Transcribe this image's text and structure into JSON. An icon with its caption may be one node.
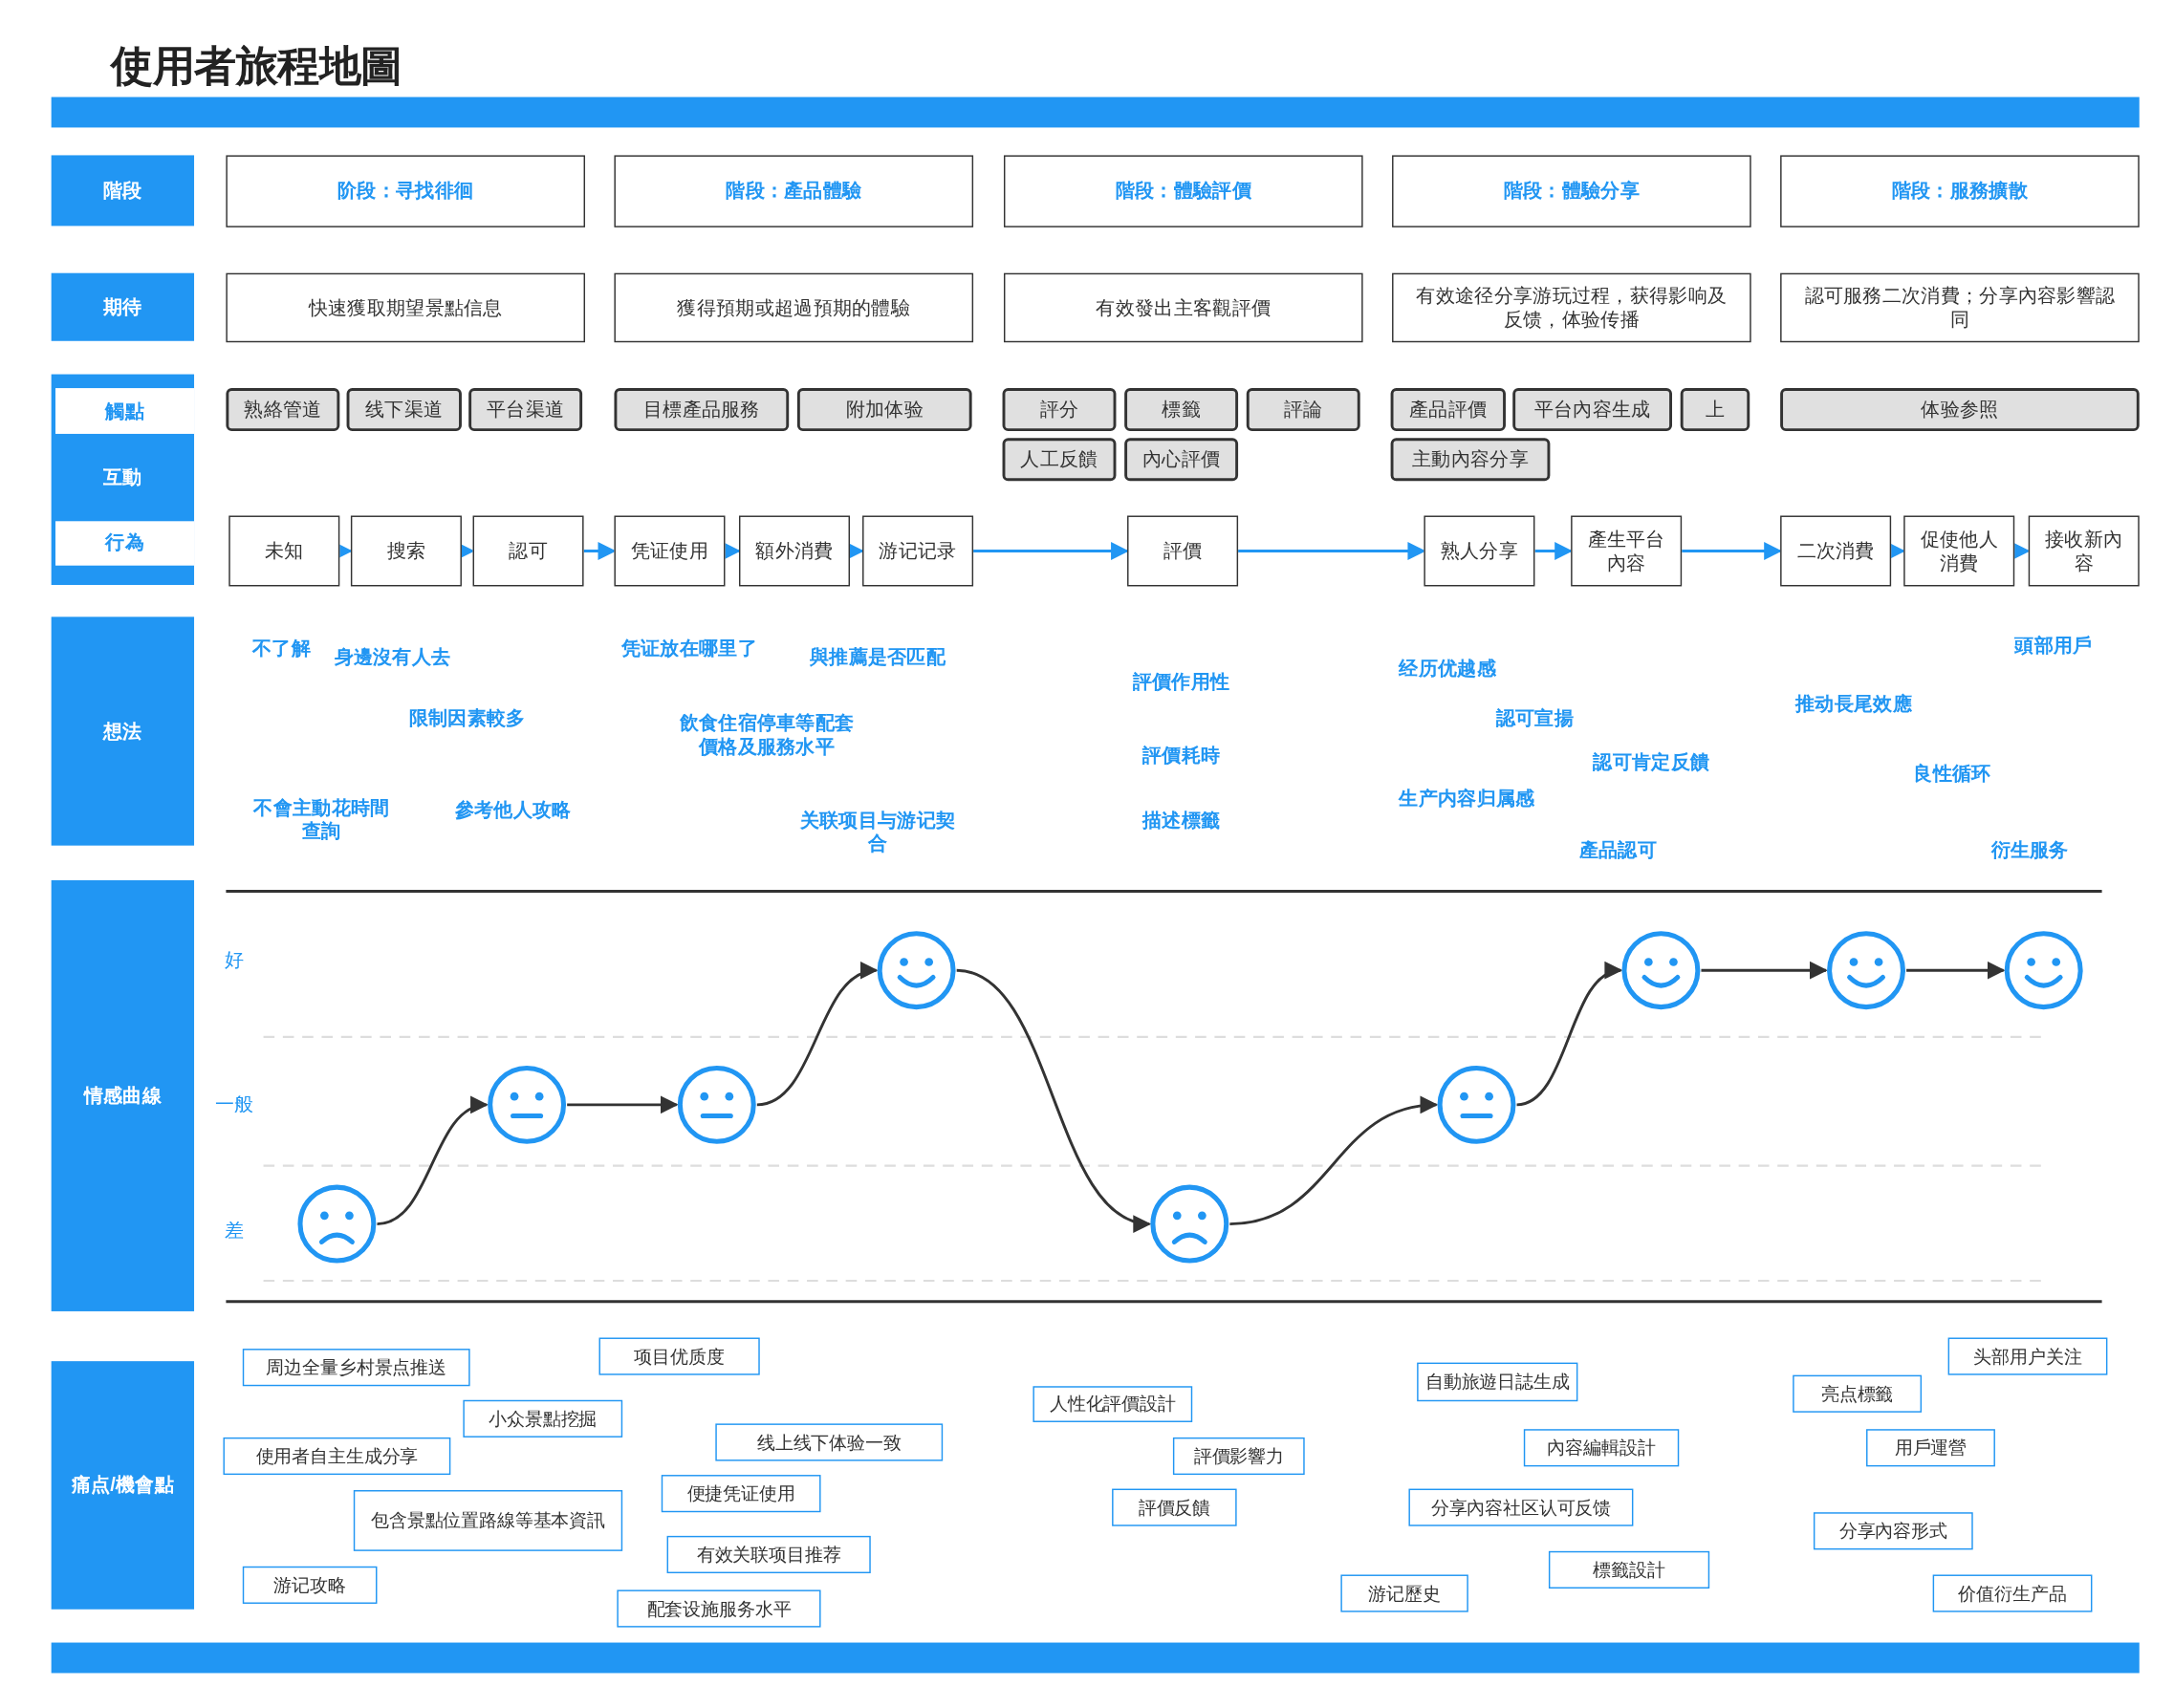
{
  "diagram": {
    "title": "使用者旅程地圖",
    "nodes": [
      {
        "text": [
          "階段"
        ]
      },
      {
        "text": [
          "阶段：寻找徘徊"
        ]
      },
      {
        "text": [
          "階段：產品體驗"
        ]
      },
      {
        "text": [
          "階段：體驗評價"
        ]
      },
      {
        "text": [
          "階段：體驗分享"
        ]
      },
      {
        "text": [
          "階段：服務擴散"
        ]
      },
      {
        "text": [
          "期待"
        ]
      },
      {
        "text": [
          "快速獲取期望景點信息"
        ]
      },
      {
        "text": [
          "獲得預期或超過預期的體驗"
        ]
      },
      {
        "text": [
          "有效發出主客觀評價"
        ]
      },
      {
        "text": [
          "有效途径分享游玩过程，获得影响及反馈，体验传播"
        ]
      },
      {
        "text": [
          "認可服務二次消費；分享內容影響認同"
        ]
      },
      {
        "text": [
          "互動"
        ]
      },
      {
        "text": [
          "觸點"
        ],
        "in": 12
      },
      {
        "text": [
          "行為"
        ],
        "in": 12
      },
      {
        "text": [
          "熟絡管道"
        ]
      },
      {
        "text": [
          "线下渠道"
        ]
      },
      {
        "text": [
          "平台渠道"
        ]
      },
      {
        "text": [
          "目標產品服務"
        ]
      },
      {
        "text": [
          "附加体验"
        ]
      },
      {
        "text": [
          "評分"
        ]
      },
      {
        "text": [
          "標籤"
        ]
      },
      {
        "text": [
          "評論"
        ]
      },
      {
        "text": [
          "人工反饋"
        ]
      },
      {
        "text": [
          "內心評價"
        ]
      },
      {
        "text": [
          "產品評價"
        ]
      },
      {
        "text": [
          "平台內容生成"
        ]
      },
      {
        "text": [
          "上"
        ]
      },
      {
        "text": [
          "主動內容分享"
        ]
      },
      {
        "text": [
          "体验参照"
        ]
      },
      {
        "text": [
          "未知"
        ]
      },
      {
        "text": [
          "搜索"
        ]
      },
      {
        "text": [
          "認可"
        ]
      },
      {
        "text": [
          "凭证使用"
        ]
      },
      {
        "text": [
          "額外消費"
        ]
      },
      {
        "text": [
          "游记记录"
        ]
      },
      {
        "text": [
          "評價"
        ]
      },
      {
        "text": [
          "熟人分享"
        ]
      },
      {
        "text": [
          "產生平台內容"
        ]
      },
      {
        "text": [
          "二次消費"
        ]
      },
      {
        "text": [
          "促使他人消費"
        ]
      },
      {
        "text": [
          "接收新內容"
        ]
      },
      {
        "text": [
          "想法"
        ]
      },
      {
        "text": [
          "情感曲線"
        ]
      },
      {
        "text": [],
        "shape": "face"
      },
      {
        "text": [],
        "shape": "face"
      },
      {
        "text": [],
        "shape": "face"
      },
      {
        "text": [],
        "shape": "face"
      },
      {
        "text": [],
        "shape": "face"
      },
      {
        "text": [],
        "shape": "face"
      },
      {
        "text": [],
        "shape": "face"
      },
      {
        "text": [],
        "shape": "face"
      },
      {
        "text": [],
        "shape": "face"
      },
      {
        "text": [
          "痛点/機會點"
        ]
      },
      {
        "text": [
          "周边全量乡村景点推送"
        ]
      },
      {
        "text": [
          "项目优质度"
        ]
      },
      {
        "text": [
          "小众景點挖掘"
        ]
      },
      {
        "text": [
          "使用者自主生成分享"
        ]
      },
      {
        "text": [
          "线上线下体验一致"
        ]
      },
      {
        "text": [
          "便捷凭证使用"
        ]
      },
      {
        "text": [
          "包含景點位置路線等基本資訊"
        ]
      },
      {
        "text": [
          "有效关联项目推荐"
        ]
      },
      {
        "text": [
          "游记攻略"
        ]
      },
      {
        "text": [
          "配套设施服务水平"
        ]
      },
      {
        "text": [
          "人性化評價設計"
        ]
      },
      {
        "text": [
          "評價影響力"
        ]
      },
      {
        "text": [
          "評價反饋"
        ]
      },
      {
        "text": [
          "自動旅遊日誌生成"
        ]
      },
      {
        "text": [
          "內容編輯設計"
        ]
      },
      {
        "text": [
          "分享內容社区认可反馈"
        ]
      },
      {
        "text": [
          "游记歷史"
        ]
      },
      {
        "text": [
          "標籤設計"
        ]
      },
      {
        "text": [
          "头部用户关注"
        ]
      },
      {
        "text": [
          "亮点標籤"
        ]
      },
      {
        "text": [
          "用戶運營"
        ]
      },
      {
        "text": [
          "分享內容形式"
        ]
      },
      {
        "text": [
          "价值衍生产品"
        ]
      }
    ],
    "edges": [
      {
        "from": 30,
        "to": 31,
        "arrow": "to"
      },
      {
        "from": 31,
        "to": 32,
        "arrow": "to"
      },
      {
        "from": 32,
        "to": 33,
        "arrow": "to"
      },
      {
        "from": 33,
        "to": 34,
        "arrow": "to"
      },
      {
        "from": 34,
        "to": 35,
        "arrow": "to"
      },
      {
        "from": 35,
        "to": 36,
        "arrow": "to"
      },
      {
        "from": 36,
        "to": 37,
        "arrow": "to"
      },
      {
        "from": 37,
        "to": 38,
        "arrow": "to"
      },
      {
        "from": 38,
        "to": 39,
        "arrow": "to"
      },
      {
        "from": 39,
        "to": 40,
        "arrow": "to"
      },
      {
        "from": 40,
        "to": 41,
        "arrow": "to"
      },
      {
        "from": 44,
        "to": 45,
        "arrow": "to",
        "color": "#333333"
      },
      {
        "from": 45,
        "to": 46,
        "arrow": "to",
        "color": "#333333"
      },
      {
        "from": 46,
        "to": 47,
        "arrow": "to",
        "color": "#333333"
      },
      {
        "from": 47,
        "to": 48,
        "arrow": "to",
        "color": "#333333"
      },
      {
        "from": 48,
        "to": 49,
        "arrow": "to",
        "color": "#333333"
      },
      {
        "from": 49,
        "to": 50,
        "arrow": "to",
        "color": "#333333"
      },
      {
        "from": 50,
        "to": 51,
        "arrow": "to",
        "color": "#333333"
      },
      {
        "from": 51,
        "to": 52,
        "arrow": "to",
        "color": "#333333"
      }
    ],
    "labels": [
      "不了解",
      "身邊沒有人去",
      "凭证放在哪里了",
      "頭部用戶",
      "與推薦是否匹配",
      "经历优越感",
      "評價作用性",
      "推动長尾效應",
      "限制因素較多",
      "認可宣揚",
      "飲食住宿停車等配套價格及服務水平",
      "評價耗時",
      "認可肯定反饋",
      "良性循环",
      "生产内容归属感",
      "參考他人攻略",
      "不會主動花時間查詢",
      "描述標籤",
      "关联项目与游记契合",
      "產品認可",
      "衍生服务",
      "好",
      "一般",
      "差"
    ]
  }
}
